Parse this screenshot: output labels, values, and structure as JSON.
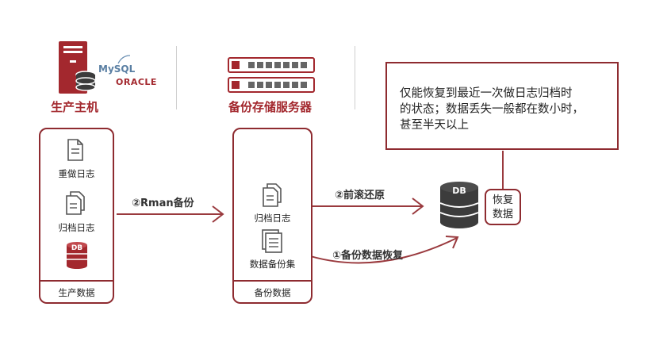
{
  "production": {
    "title": "生产主机",
    "mysql_logo": "MySQL",
    "oracle_logo": "ORACLE",
    "items": [
      "重做日志",
      "归档日志",
      "DB"
    ],
    "footer": "生产数据"
  },
  "backup": {
    "title": "备份存储服务器",
    "items": [
      "归档日志",
      "数据备份集"
    ],
    "footer": "备份数据"
  },
  "arrows": {
    "rman": "②Rman备份",
    "rollforward": "②前滚还原",
    "restore": "①备份数据恢复"
  },
  "target": {
    "db_label": "DB",
    "restore_label_line1": "恢复",
    "restore_label_line2": "数据"
  },
  "note": {
    "line1": "仅能恢复到最近一次做日志归档时",
    "line2": "的状态；数据丢失一般都在数小时，",
    "line3": "甚至半天以上"
  },
  "colors": {
    "accent": "#a3282e",
    "border": "#8e2b30",
    "icon_gray": "#555555",
    "db_gray": "#3c3c3c"
  }
}
